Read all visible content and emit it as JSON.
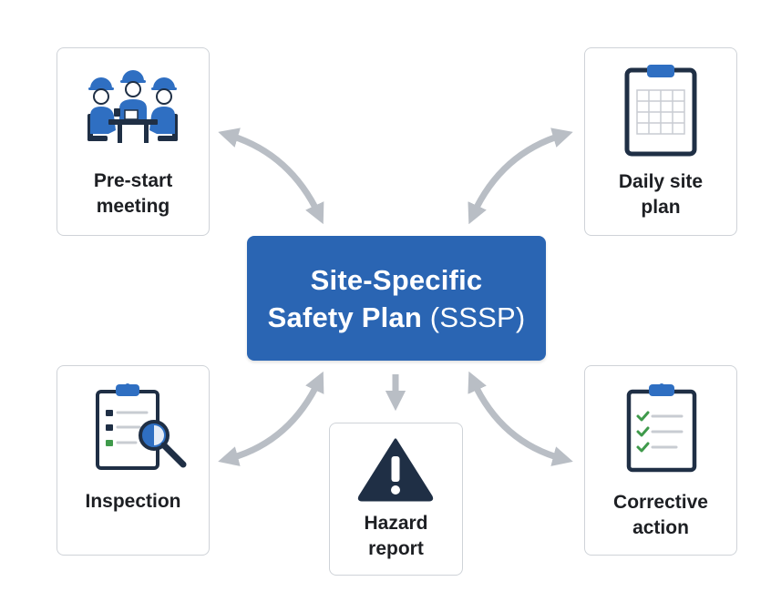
{
  "center": {
    "line1": "Site-Specific",
    "line2_main": "Safety Plan",
    "line2_abbr": "(SSSP)"
  },
  "cards": {
    "prestart": {
      "line1": "Pre-start",
      "line2": "meeting",
      "icon": "team-meeting-icon"
    },
    "daily": {
      "line1": "Daily site",
      "line2": "plan",
      "icon": "clipboard-grid-icon"
    },
    "inspection": {
      "line1": "Inspection",
      "icon": "checklist-magnifier-icon"
    },
    "hazard": {
      "line1": "Hazard",
      "line2": "report",
      "icon": "warning-triangle-icon"
    },
    "corrective": {
      "line1": "Corrective",
      "line2": "action",
      "icon": "checklist-checkmarks-icon"
    }
  },
  "colors": {
    "primary_blue": "#2a65b3",
    "icon_blue": "#2f6fc2",
    "dark_navy": "#1f2f45",
    "arrow_gray": "#b9bec5",
    "check_green": "#3f9a4b",
    "card_border": "#cfd3d8"
  }
}
